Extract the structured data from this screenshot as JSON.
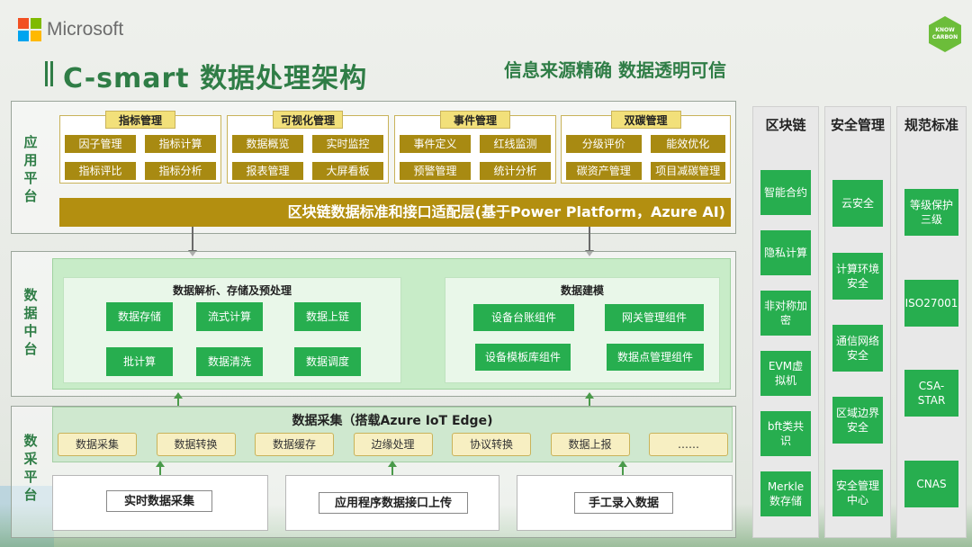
{
  "header": {
    "ms_logo_text": "Microsoft",
    "badge_text": "KNOW CARBON",
    "title": "C-smart 数据处理架构",
    "slogan": "信息来源精确  数据透明可信"
  },
  "app_layer": {
    "label": "应用平台",
    "groups": [
      {
        "title": "指标管理",
        "items": [
          "因子管理",
          "指标计算",
          "指标评比",
          "指标分析"
        ]
      },
      {
        "title": "可视化管理",
        "items": [
          "数据概览",
          "实时监控",
          "报表管理",
          "大屏看板"
        ]
      },
      {
        "title": "事件管理",
        "items": [
          "事件定义",
          "红线监测",
          "预警管理",
          "统计分析"
        ]
      },
      {
        "title": "双碳管理",
        "items": [
          "分级评价",
          "能效优化",
          "碳资产管理",
          "项目减碳管理"
        ]
      }
    ],
    "adapter_bar": "区块链数据标准和接口适配层(基于Power Platform，Azure AI)"
  },
  "data_layer": {
    "label": "数据中台",
    "left_panel": {
      "title": "数据解析、存储及预处理",
      "items": [
        "数据存储",
        "流式计算",
        "数据上链",
        "批计算",
        "数据清洗",
        "数据调度"
      ]
    },
    "right_panel": {
      "title": "数据建模",
      "items": [
        "设备台账组件",
        "网关管理组件",
        "设备模板库组件",
        "数据点管理组件"
      ]
    }
  },
  "collect_layer": {
    "label": "数采平台",
    "title": "数据采集（搭载Azure IoT Edge)",
    "items": [
      "数据采集",
      "数据转换",
      "数据缓存",
      "边缘处理",
      "协议转换",
      "数据上报",
      "……"
    ],
    "sources": [
      "实时数据采集",
      "应用程序数据接口上传",
      "手工录入数据"
    ]
  },
  "columns": [
    {
      "title": "区块链",
      "items": [
        "智能合约",
        "隐私计算",
        "非对称加密",
        "EVM虚拟机",
        "bft类共识",
        "Merkle数存储"
      ]
    },
    {
      "title": "安全管理",
      "items": [
        "云安全",
        "计算环境安全",
        "通信网络安全",
        "区域边界安全",
        "安全管理中心"
      ]
    },
    {
      "title": "规范标准",
      "items": [
        "等级保护三级",
        "ISO27001",
        "CSA-STAR",
        "CNAS"
      ]
    }
  ],
  "colors": {
    "brand_green": "#2f7d46",
    "button_green": "#27ae4f",
    "gold": "#a88a12"
  }
}
